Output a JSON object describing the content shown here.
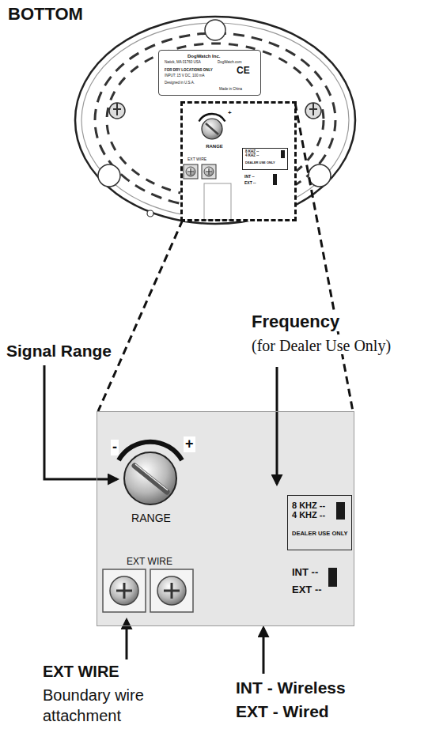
{
  "diagram": {
    "title": "BOTTOM",
    "nodes": [
      {
        "text": [
          "DogWatch Inc.",
          "Natick, MA 01760 USA",
          "DogWatch.com",
          "FOR DRY LOCATIONS ONLY",
          "INPUT: 15 V DC, 100 mA",
          "Designed in U.S.A.",
          "Made in China",
          "CE"
        ]
      },
      {
        "text": [
          "RANGE",
          "EXT WIRE",
          "INT --",
          "EXT --"
        ]
      },
      {
        "text": [
          "8 KHZ --",
          "4 KHZ --",
          "DEALER USE ONLY"
        ],
        "in": 1
      },
      {
        "text": [
          "RANGE",
          "EXT WIRE",
          "INT --",
          "EXT --"
        ]
      },
      {
        "text": [
          "8 KHZ --",
          "4 KHZ --",
          "DEALER USE ONLY"
        ],
        "in": 3
      }
    ],
    "labels": [
      "+",
      "Signal Range",
      "Frequency",
      "(for Dealer Use Only)",
      "-",
      "+",
      "EXT WIRE",
      "Boundary wire attachment",
      "INT - Wireless",
      "EXT - Wired"
    ]
  }
}
